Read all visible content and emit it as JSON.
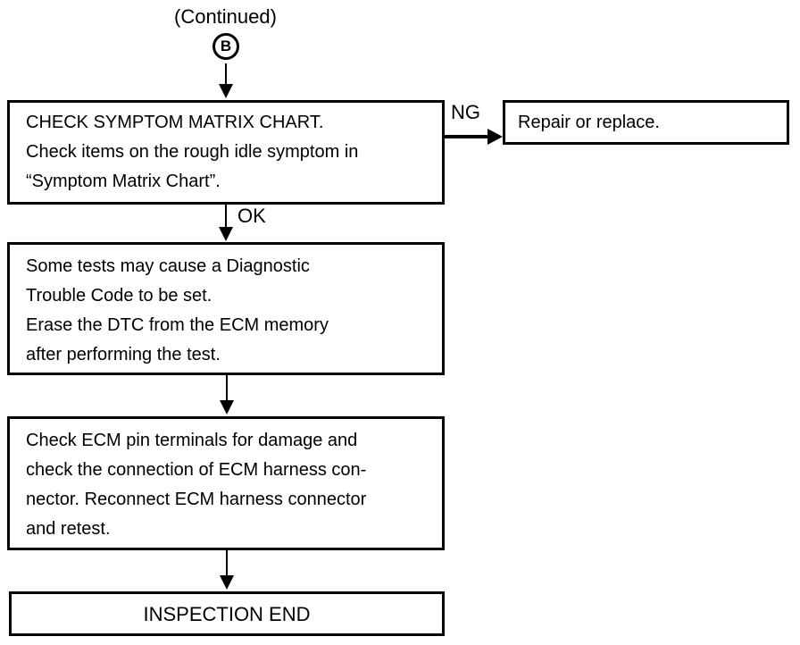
{
  "page": {
    "background": "#ffffff",
    "line_color": "#000000"
  },
  "header": {
    "continued_label": "(Continued)",
    "connector_label": "B"
  },
  "labels": {
    "ng": "NG",
    "ok": "OK"
  },
  "boxes": {
    "check_symptom": {
      "lines": [
        "CHECK SYMPTOM MATRIX CHART.",
        "Check items on the rough idle symptom in",
        "“Symptom Matrix Chart”."
      ]
    },
    "repair": {
      "text": "Repair or replace."
    },
    "dtc_note": {
      "lines": [
        "Some tests may cause a Diagnostic",
        "Trouble Code to be set.",
        "Erase the DTC from the ECM memory",
        "after performing the test."
      ]
    },
    "ecm_check": {
      "lines": [
        "Check ECM pin terminals for damage and",
        "check the connection of ECM harness con-",
        "nector. Reconnect ECM harness connector",
        "and retest."
      ]
    },
    "inspection_end": {
      "text": "INSPECTION END"
    }
  }
}
